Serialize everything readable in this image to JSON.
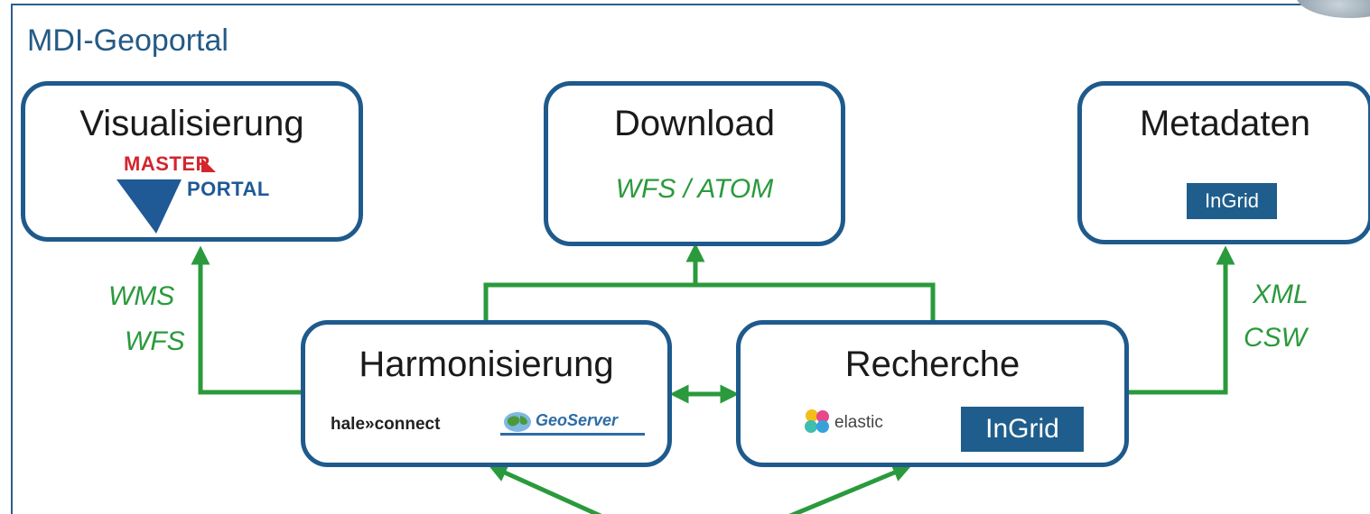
{
  "page": {
    "title": "MDI-Geoportal"
  },
  "boxes": {
    "visualisierung": {
      "title": "Visualisierung",
      "logo": {
        "line1": "MASTER",
        "line2": "PORTAL"
      }
    },
    "download": {
      "title": "Download",
      "protocol": "WFS / ATOM"
    },
    "metadaten": {
      "title": "Metadaten",
      "logo": "InGrid"
    },
    "harmonisierung": {
      "title": "Harmonisierung",
      "logos": [
        "hale»connect",
        "GeoServer"
      ]
    },
    "recherche": {
      "title": "Recherche",
      "logos": [
        "elastic",
        "InGrid"
      ]
    }
  },
  "protocols": {
    "left": {
      "line1": "WMS",
      "line2": "WFS"
    },
    "right": {
      "line1": "XML",
      "line2": "CSW"
    }
  },
  "colors": {
    "box_border": "#1e5a8c",
    "arrow": "#2a9a3c",
    "title": "#245a86",
    "ingrid_badge": "#1f5e8c",
    "masterportal_red": "#d4252e",
    "masterportal_blue": "#1f5996"
  }
}
